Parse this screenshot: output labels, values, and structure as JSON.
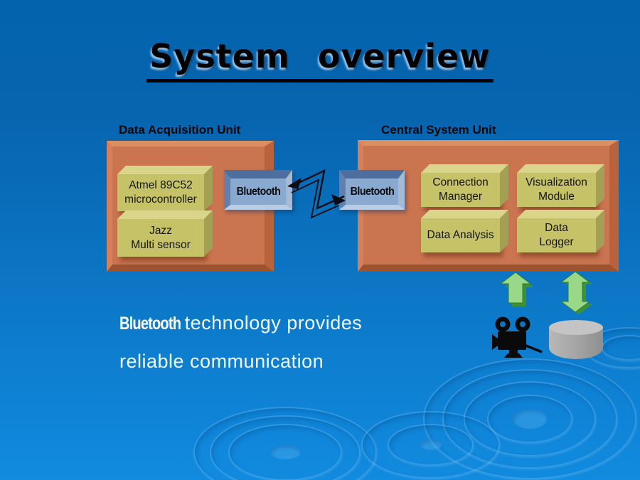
{
  "slide_title": "System overview",
  "diagram": {
    "left_unit": {
      "label": "Data Acquisition Unit",
      "modules": [
        {
          "line1": "Atmel 89C52",
          "line2": "microcontroller"
        },
        {
          "line1": "Jazz",
          "line2": "Multi sensor"
        }
      ],
      "bluetooth_label": "Bluetooth"
    },
    "right_unit": {
      "label": "Central System Unit",
      "modules": [
        {
          "line1": "Connection",
          "line2": "Manager"
        },
        {
          "line1": "Visualization",
          "line2": "Module"
        },
        {
          "line1": "Data Analysis",
          "line2": ""
        },
        {
          "line1": "Data",
          "line2": "Logger"
        }
      ],
      "bluetooth_label": "Bluetooth"
    },
    "icons": {
      "wireless_link": "zigzag-wireless-link",
      "up_arrow": "green-up-arrow",
      "up_down_arrow": "green-up-down-arrow",
      "camera": "movie-camera",
      "database": "database-cylinder"
    }
  },
  "caption": {
    "bold_word": "Bluetooth",
    "line1_rest": " technology provides",
    "line2": "reliable communication"
  },
  "colors": {
    "background_top": "#0463ad",
    "background_bottom": "#118bdf",
    "unit_box_orange": "#ca7450",
    "module_box_yellow": "#c6c267",
    "bluetooth_box_blue": "#8aa9ce",
    "arrow_green": "#9ad889",
    "title_text": "#000000",
    "caption_text": "#f2faff"
  }
}
